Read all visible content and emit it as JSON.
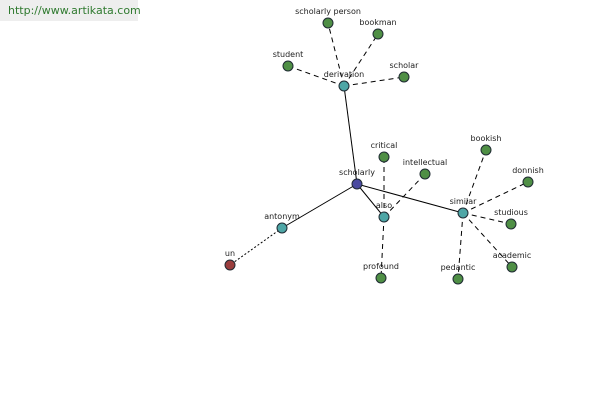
{
  "header": {
    "url": "http://www.artikata.com"
  },
  "colors": {
    "center": "#4a4aa0",
    "relation": "#4ea6a6",
    "word": "#4f8f45",
    "antonym_word": "#9a3d3d"
  },
  "graph": {
    "nodes": [
      {
        "id": "scholarly",
        "label": "scholarly",
        "kind": "center"
      },
      {
        "id": "derivation",
        "label": "derivation",
        "kind": "relation"
      },
      {
        "id": "also",
        "label": "also",
        "kind": "relation"
      },
      {
        "id": "similar",
        "label": "similar",
        "kind": "relation"
      },
      {
        "id": "antonym",
        "label": "antonym",
        "kind": "relation"
      },
      {
        "id": "scholarly_person",
        "label": "scholarly person",
        "kind": "word"
      },
      {
        "id": "bookman",
        "label": "bookman",
        "kind": "word"
      },
      {
        "id": "student",
        "label": "student",
        "kind": "word"
      },
      {
        "id": "scholar",
        "label": "scholar",
        "kind": "word"
      },
      {
        "id": "critical",
        "label": "critical",
        "kind": "word"
      },
      {
        "id": "intellectual",
        "label": "intellectual",
        "kind": "word"
      },
      {
        "id": "profound",
        "label": "profound",
        "kind": "word"
      },
      {
        "id": "bookish",
        "label": "bookish",
        "kind": "word"
      },
      {
        "id": "donnish",
        "label": "donnish",
        "kind": "word"
      },
      {
        "id": "studious",
        "label": "studious",
        "kind": "word"
      },
      {
        "id": "academic",
        "label": "academic",
        "kind": "word"
      },
      {
        "id": "pedantic",
        "label": "pedantic",
        "kind": "word"
      },
      {
        "id": "un",
        "label": "un",
        "kind": "antonym_word"
      }
    ],
    "edges": [
      {
        "from": "scholarly",
        "to": "derivation",
        "style": "solid"
      },
      {
        "from": "scholarly",
        "to": "also",
        "style": "solid"
      },
      {
        "from": "scholarly",
        "to": "similar",
        "style": "solid"
      },
      {
        "from": "scholarly",
        "to": "antonym",
        "style": "solid"
      },
      {
        "from": "derivation",
        "to": "scholarly_person",
        "style": "dashed"
      },
      {
        "from": "derivation",
        "to": "bookman",
        "style": "dashed"
      },
      {
        "from": "derivation",
        "to": "student",
        "style": "dashed"
      },
      {
        "from": "derivation",
        "to": "scholar",
        "style": "dashed"
      },
      {
        "from": "also",
        "to": "critical",
        "style": "dashed"
      },
      {
        "from": "also",
        "to": "intellectual",
        "style": "dashed"
      },
      {
        "from": "also",
        "to": "profound",
        "style": "dashed"
      },
      {
        "from": "similar",
        "to": "bookish",
        "style": "dashed"
      },
      {
        "from": "similar",
        "to": "donnish",
        "style": "dashed"
      },
      {
        "from": "similar",
        "to": "studious",
        "style": "dashed"
      },
      {
        "from": "similar",
        "to": "academic",
        "style": "dashed"
      },
      {
        "from": "similar",
        "to": "pedantic",
        "style": "dashed"
      },
      {
        "from": "antonym",
        "to": "un",
        "style": "dotted"
      }
    ]
  }
}
